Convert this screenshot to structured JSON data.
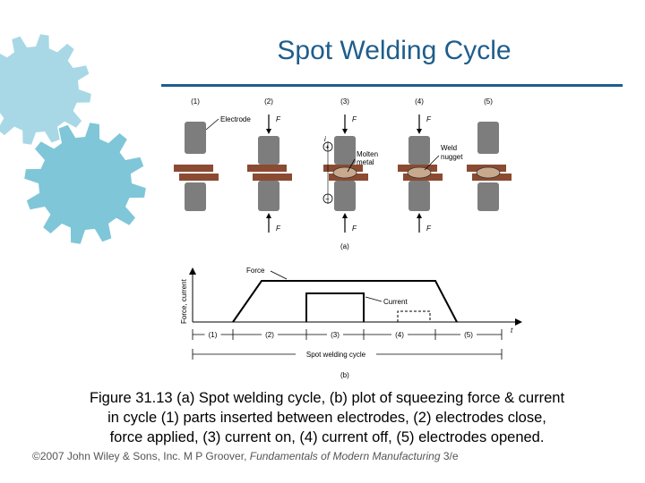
{
  "title": "Spot Welding Cycle",
  "colors": {
    "title": "#1f5d8c",
    "gear_light": "#a8d8e6",
    "gear_dark": "#7fc6d8",
    "electrode": "#7d7d7d",
    "workpiece": "#8a4b32",
    "weld": "#c9a98e"
  },
  "figure": {
    "stage_labels": [
      "(1)",
      "(2)",
      "(3)",
      "(4)",
      "(5)"
    ],
    "part_a_label": "(a)",
    "part_b_label": "(b)",
    "callouts": {
      "electrode": "Electrode",
      "molten_metal_line1": "Molten",
      "molten_metal_line2": "metal",
      "weld_nugget_line1": "Weld",
      "weld_nugget_line2": "nugget",
      "force_symbol": "F",
      "current_symbol": "i",
      "plus": "+",
      "minus": "−"
    },
    "plot": {
      "ylabel": "Force, current",
      "xlabel": "t",
      "force_label": "Force",
      "current_label": "Current",
      "cycle_label": "Spot welding cycle",
      "phase_labels": [
        "(1)",
        "(2)",
        "(3)",
        "(4)",
        "(5)"
      ]
    }
  },
  "caption": {
    "line1": "Figure 31.13  (a) Spot welding cycle, (b) plot of squeezing force & current",
    "line2": "in cycle (1) parts inserted between electrodes, (2) electrodes close,",
    "line3": "force applied, (3) current on, (4) current off, (5) electrodes opened."
  },
  "credit": {
    "prefix": "©2007 John Wiley & Sons, Inc.  M P Groover, ",
    "book": "Fundamentals of Modern Manufacturing",
    "suffix": " 3/e"
  }
}
